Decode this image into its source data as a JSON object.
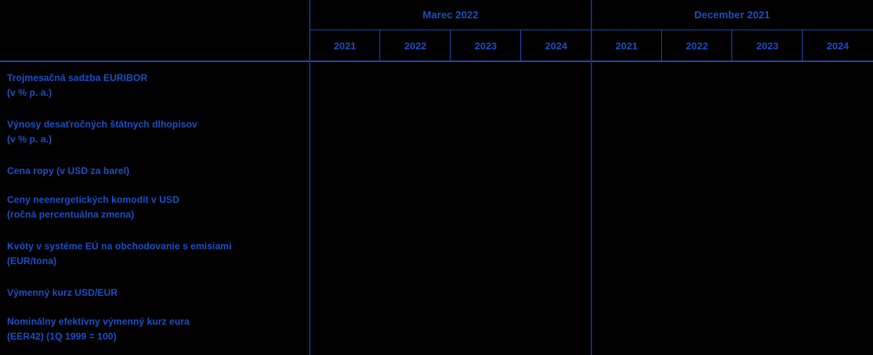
{
  "table": {
    "accent_color": "#1a4fc4",
    "divider_color": "#13307f",
    "background_color": "#000000",
    "column_groups": [
      {
        "label": "Marec 2022",
        "years": [
          "2021",
          "2022",
          "2023",
          "2024"
        ]
      },
      {
        "label": "December 2021",
        "years": [
          "2021",
          "2022",
          "2023",
          "2024"
        ]
      }
    ],
    "rows": [
      {
        "line1": "Trojmesačná sadzba EURIBOR",
        "line2": "(v % p. a.)",
        "values": [
          "",
          "",
          "",
          "",
          "",
          "",
          "",
          ""
        ]
      },
      {
        "line1": "Výnosy desaťročných štátnych dlhopisov",
        "line2": "(v % p. a.)",
        "values": [
          "",
          "",
          "",
          "",
          "",
          "",
          "",
          ""
        ]
      },
      {
        "line1": "Cena ropy (v USD za barel)",
        "line2": "",
        "values": [
          "",
          "",
          "",
          "",
          "",
          "",
          "",
          ""
        ]
      },
      {
        "line1": "Ceny neenergetických komodít v USD",
        "line2": "(ročná percentuálna zmena)",
        "values": [
          "",
          "",
          "",
          "",
          "",
          "",
          "",
          ""
        ]
      },
      {
        "line1": "Kvóty v systéme EÚ na obchodovanie s emisiami",
        "line2": "(EUR/tona)",
        "values": [
          "",
          "",
          "",
          "",
          "",
          "",
          "",
          ""
        ]
      },
      {
        "line1": "Výmenný kurz USD/EUR",
        "line2": "",
        "values": [
          "",
          "",
          "",
          "",
          "",
          "",
          "",
          ""
        ]
      },
      {
        "line1": "Nominálny efektívny výmenný kurz eura",
        "line2": "(EER42) (1Q 1999 = 100)",
        "values": [
          "",
          "",
          "",
          "",
          "",
          "",
          "",
          ""
        ]
      }
    ]
  }
}
